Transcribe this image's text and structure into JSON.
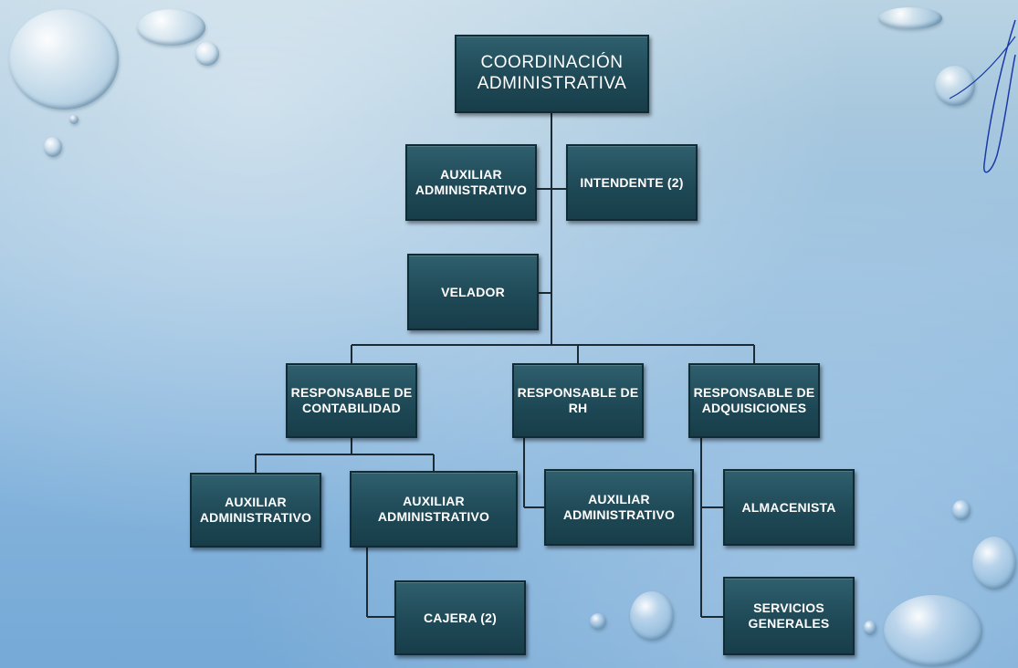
{
  "org_chart": {
    "root": "COORDINACIÓN\nADMINISTRATIVA",
    "aux_admin_top": "AUXILIAR\nADMINISTRATIVO",
    "intendente": "INTENDENTE (2)",
    "velador": "VELADOR",
    "resp_contabilidad": "RESPONSABLE DE\nCONTABILIDAD",
    "resp_rh": "RESPONSABLE DE\nRH",
    "resp_adquisiciones": "RESPONSABLE DE\nADQUISICIONES",
    "aux_cont_1": "AUXILIAR\nADMINISTRATIVO",
    "aux_cont_2": "AUXILIAR\nADMINISTRATIVO",
    "cajera": "CAJERA (2)",
    "aux_rh": "AUXILIAR\nADMINISTRATIVO",
    "almacenista": "ALMACENISTA",
    "servicios": "SERVICIOS\nGENERALES"
  },
  "colors": {
    "box_fill": "#1f4957",
    "box_border": "#0f2c36",
    "connector": "#1c2b33",
    "background": "#9cc2e0"
  }
}
